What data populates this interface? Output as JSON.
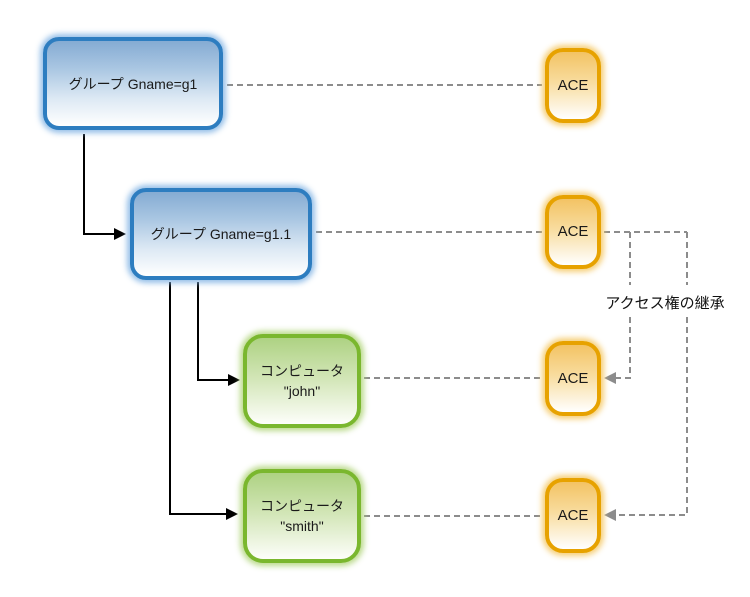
{
  "diagram": {
    "title": "access-rights-inheritance-diagram",
    "background_color": "#ffffff",
    "colors": {
      "group_node_border": "#2d7dc0",
      "computer_node_border": "#7ab72e",
      "ace_node_border": "#e7a200",
      "dashed_connector": "#8c8c8c",
      "tree_connector": "#000000"
    },
    "nodes": {
      "group_g1": {
        "label": "グループ Gname=g1"
      },
      "group_g1_1": {
        "label": "グループ Gname=g1.1"
      },
      "computer_john": {
        "line1": "コンピュータ",
        "line2": "\"john\""
      },
      "computer_smith": {
        "line1": "コンピュータ",
        "line2": "\"smith\""
      },
      "ace_1": {
        "label": "ACE"
      },
      "ace_2": {
        "label": "ACE"
      },
      "ace_3": {
        "label": "ACE"
      },
      "ace_4": {
        "label": "ACE"
      }
    },
    "annotations": {
      "inheritance_label": "アクセス権の継承"
    }
  }
}
